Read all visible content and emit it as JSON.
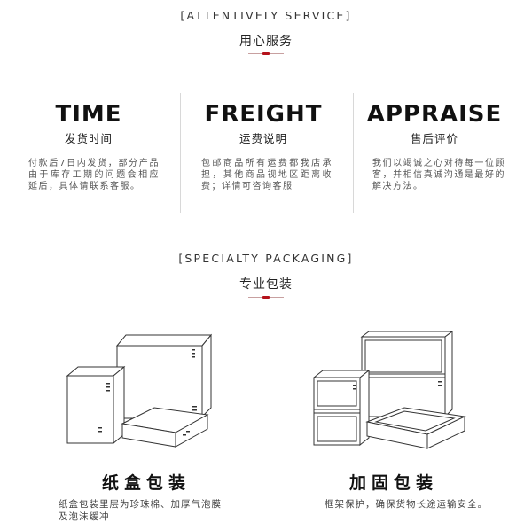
{
  "service": {
    "heading": "[ATTENTIVELY SERVICE]",
    "subheading": "用心服务",
    "columns": [
      {
        "title": "TIME",
        "cn": "发货时间",
        "desc": "付款后7日内发货，部分产品由于库存工期的问题会相应延后，具体请联系客服。"
      },
      {
        "title": "FREIGHT",
        "cn": "运费说明",
        "desc": "包邮商品所有运费都我店承担，其他商品视地区距离收费；详情可咨询客服"
      },
      {
        "title": "APPRAISE",
        "cn": "售后评价",
        "desc": "我们以竭诚之心对待每一位顾客，并相信真诚沟通是最好的解决方法。"
      }
    ]
  },
  "packaging": {
    "heading": "[SPECIALTY PACKAGING]",
    "subheading": "专业包装",
    "items": [
      {
        "title": "纸盒包装",
        "desc_line1": "纸盒包装里层为珍珠棉、加厚气泡膜",
        "desc_line2": "及泡沫缓冲"
      },
      {
        "title": "加固包装",
        "desc_line1": "框架保护，确保货物长途运输安全。",
        "desc_line2": ""
      }
    ]
  },
  "colors": {
    "accent_red": "#b5121b",
    "line": "#333333"
  }
}
